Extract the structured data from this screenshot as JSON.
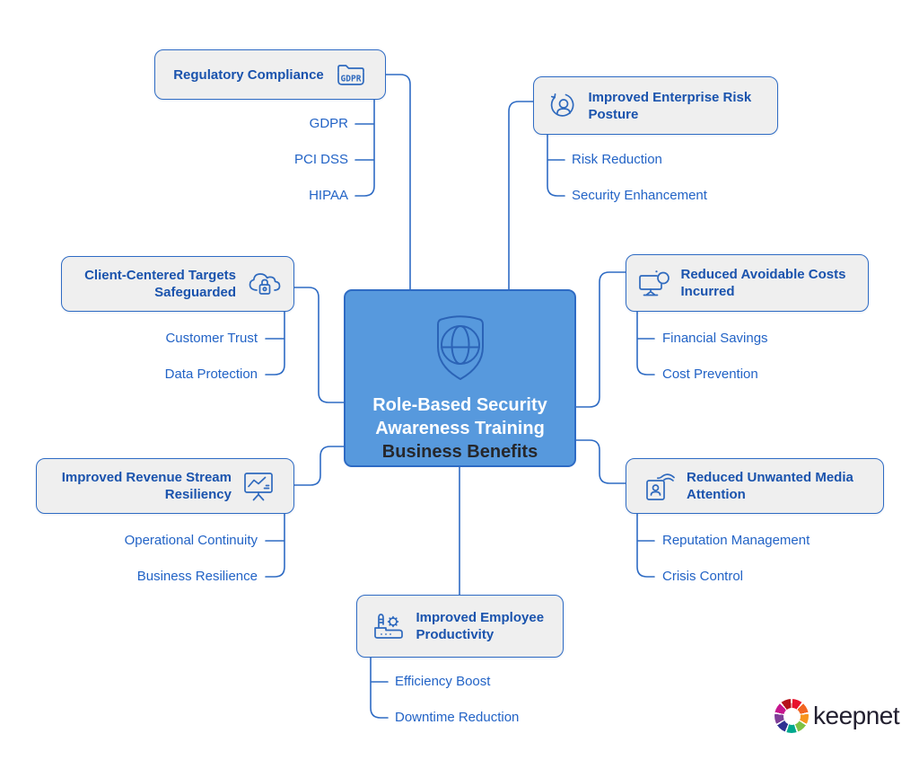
{
  "center": {
    "title_line1": "Role-Based Security",
    "title_line2": "Awareness Training",
    "subtitle": "Business Benefits",
    "icon": "shield-globe-icon"
  },
  "branches": [
    {
      "id": "regulatory-compliance",
      "label": "Regulatory Compliance",
      "icon": "gdpr-folder-icon",
      "icon_text": "GDPR",
      "children": [
        "GDPR",
        "PCI DSS",
        "HIPAA"
      ]
    },
    {
      "id": "enterprise-risk",
      "label": "Improved Enterprise Risk Posture",
      "icon": "user-refresh-icon",
      "children": [
        "Risk Reduction",
        "Security Enhancement"
      ]
    },
    {
      "id": "client-targets",
      "label": "Client-Centered Targets Safeguarded",
      "icon": "cloud-lock-icon",
      "children": [
        "Customer Trust",
        "Data Protection"
      ]
    },
    {
      "id": "avoidable-costs",
      "label": "Reduced Avoidable Costs Incurred",
      "icon": "monitor-coin-icon",
      "children": [
        "Financial Savings",
        "Cost Prevention"
      ]
    },
    {
      "id": "revenue-resiliency",
      "label": "Improved Revenue Stream Resiliency",
      "icon": "presentation-chart-icon",
      "children": [
        "Operational Continuity",
        "Business Resilience"
      ]
    },
    {
      "id": "media-attention",
      "label": "Reduced Unwanted Media Attention",
      "icon": "id-card-hand-icon",
      "children": [
        "Reputation Management",
        "Crisis Control"
      ]
    },
    {
      "id": "employee-productivity",
      "label": "Improved Employee Productivity",
      "icon": "factory-gear-icon",
      "children": [
        "Efficiency Boost",
        "Downtime Reduction"
      ]
    }
  ],
  "logo": {
    "text": "keepnet",
    "segment_colors": [
      "#e8112d",
      "#f26522",
      "#f7941d",
      "#7ec244",
      "#00a88e",
      "#2e3192",
      "#7f3f98",
      "#c6168d",
      "#b5121b"
    ]
  },
  "colors": {
    "bg": "#ffffff",
    "line": "#2e6bc4",
    "node_fill": "#efefef",
    "heading": "#1a53ad",
    "sub": "#2263c6",
    "center_fill": "#5799dd",
    "center_text": "#ffffff",
    "center_subtitle": "#26272b",
    "icon": "#2f6abe",
    "shield": "#2b63b6",
    "logo_text": "#232030"
  }
}
